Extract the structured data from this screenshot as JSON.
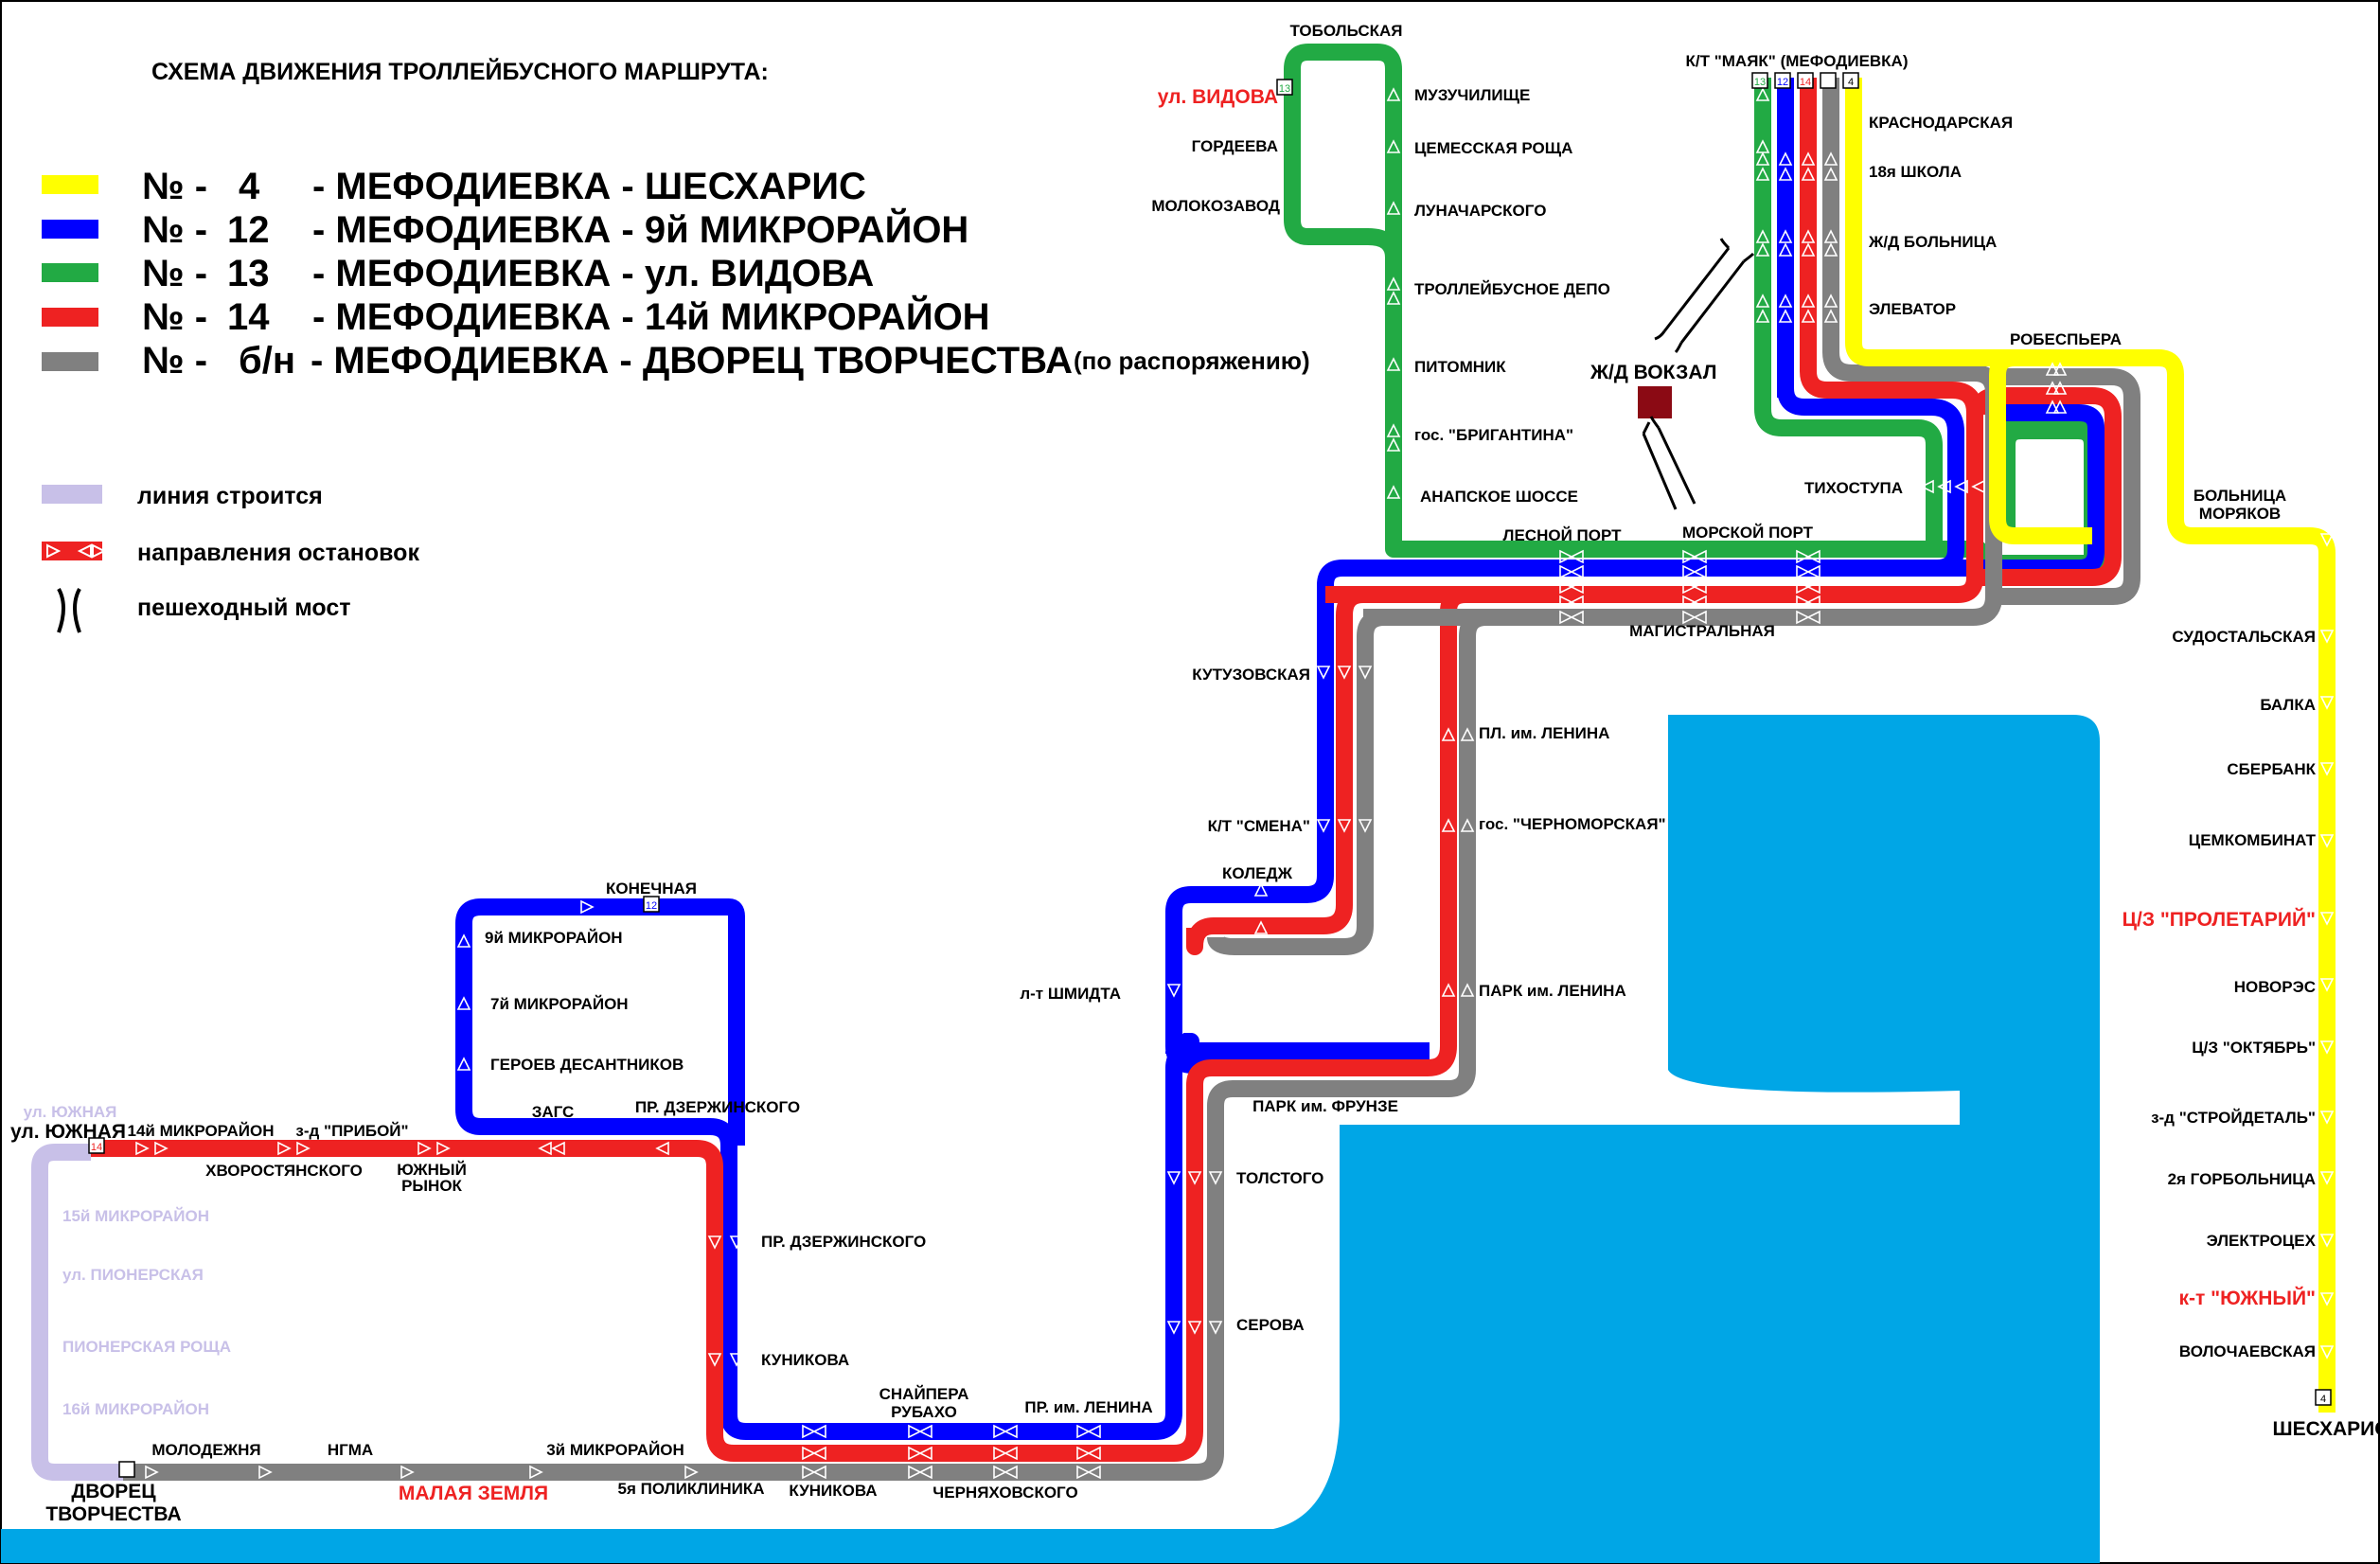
{
  "title": "СХЕМА ДВИЖЕНИЯ ТРОЛЛЕЙБУСНОГО МАРШРУТА:",
  "colors": {
    "route4": "#ffff00",
    "route12": "#0000ff",
    "route13": "#22aa44",
    "route14": "#ee2222",
    "routeBN": "#808080",
    "planned": "#c8c0e8",
    "sea": "#00a6e6",
    "station": "#8b0a14",
    "highlight": "#ee2222"
  },
  "legend": {
    "routes": [
      {
        "badge": "4",
        "prefix": "№ -",
        "num": "4",
        "text": "- МЕФОДИЕВКА - ШЕСХАРИС",
        "extra": ""
      },
      {
        "badge": "12",
        "prefix": "№ -",
        "num": "12",
        "text": "- МЕФОДИЕВКА - 9й МИКРОРАЙОН",
        "extra": ""
      },
      {
        "badge": "13",
        "prefix": "№ -",
        "num": "13",
        "text": "- МЕФОДИЕВКА - ул. ВИДОВА",
        "extra": ""
      },
      {
        "badge": "14",
        "prefix": "№ -",
        "num": "14",
        "text": "- МЕФОДИЕВКА - 14й МИКРОРАЙОН",
        "extra": ""
      },
      {
        "badge": "",
        "prefix": "№ -",
        "num": "б/н",
        "text": "- МЕФОДИЕВКА - ДВОРЕЦ ТВОРЧЕСТВА",
        "extra": "(по распоряжению)"
      }
    ],
    "planned_label": "линия строится",
    "direction_label": "направления остановок",
    "bridge_label": "пешеходный мост"
  },
  "station": {
    "label": "Ж/Д ВОКЗАЛ"
  },
  "stops": [
    {
      "name": "ТОБОЛЬСКАЯ"
    },
    {
      "name": "ул. ВИДОВА",
      "kind": "hl"
    },
    {
      "name": "ГОРДЕЕВА"
    },
    {
      "name": "МОЛОКОЗАВОД"
    },
    {
      "name": "МУЗУЧИЛИЩЕ"
    },
    {
      "name": "ЦЕМЕССКАЯ РОЩА"
    },
    {
      "name": "ЛУНАЧАРСКОГО"
    },
    {
      "name": "ТРОЛЛЕЙБУСНОЕ ДЕПО"
    },
    {
      "name": "ПИТОМНИК"
    },
    {
      "name": "гос. \"БРИГАНТИНА\""
    },
    {
      "name": "АНАПСКОЕ ШОССЕ"
    },
    {
      "name": "К/Т \"МАЯК\" (МЕФОДИЕВКА)"
    },
    {
      "name": "КРАСНОДАРСКАЯ"
    },
    {
      "name": "18я ШКОЛА"
    },
    {
      "name": "Ж/Д БОЛЬНИЦА"
    },
    {
      "name": "ЭЛЕВАТОР"
    },
    {
      "name": "РОБЕСПЬЕРА"
    },
    {
      "name": "ТИХОСТУПА"
    },
    {
      "name": "ЛЕСНОЙ ПОРТ"
    },
    {
      "name": "МОРСКОЙ ПОРТ"
    },
    {
      "name": "МАГИСТРАЛЬНАЯ"
    },
    {
      "name": "БОЛЬНИЦА"
    },
    {
      "name": "МОРЯКОВ"
    },
    {
      "name": "СУДОСТАЛЬСКАЯ"
    },
    {
      "name": "БАЛКА"
    },
    {
      "name": "СБЕРБАНК"
    },
    {
      "name": "ЦЕМКОМБИНАТ"
    },
    {
      "name": "Ц/З \"ПРОЛЕТАРИЙ\"",
      "kind": "hl"
    },
    {
      "name": "НОВОРЭС"
    },
    {
      "name": "Ц/З \"ОКТЯБРЬ\""
    },
    {
      "name": "з-д \"СТРОЙДЕТАЛЬ\""
    },
    {
      "name": "2я ГОРБОЛЬНИЦА"
    },
    {
      "name": "ЭЛЕКТРОЦЕХ"
    },
    {
      "name": "к-т \"ЮЖНЫЙ\"",
      "kind": "hl"
    },
    {
      "name": "ВОЛОЧАЕВСКАЯ"
    },
    {
      "name": "ШЕСХАРИС",
      "kind": "term"
    },
    {
      "name": "КУТУЗОВСКАЯ"
    },
    {
      "name": "ПЛ. им. ЛЕНИНА"
    },
    {
      "name": "К/Т \"СМЕНА\""
    },
    {
      "name": "гос. \"ЧЕРНОМОРСКАЯ\""
    },
    {
      "name": "КОЛЕДЖ"
    },
    {
      "name": "л-т ШМИДТА"
    },
    {
      "name": "ПАРК им. ЛЕНИНА"
    },
    {
      "name": "ПАРК им. ФРУНЗЕ"
    },
    {
      "name": "ТОЛСТОГО"
    },
    {
      "name": "СЕРОВА"
    },
    {
      "name": "КОНЕЧНАЯ"
    },
    {
      "name": "9й МИКРОРАЙОН"
    },
    {
      "name": "7й МИКРОРАЙОН"
    },
    {
      "name": "ГЕРОЕВ ДЕСАНТНИКОВ"
    },
    {
      "name": "ЗАГС"
    },
    {
      "name": "ПР. ДЗЕРЖИНСКОГО"
    },
    {
      "name": "ПР. ДЗЕРЖИНСКОГО"
    },
    {
      "name": "КУНИКОВА"
    },
    {
      "name": "СНАЙПЕРА"
    },
    {
      "name": "РУБАХО"
    },
    {
      "name": "ПР. им. ЛЕНИНА"
    },
    {
      "name": "ЧЕРНЯХОВСКОГО"
    },
    {
      "name": "КУНИКОВА"
    },
    {
      "name": "5я ПОЛИКЛИНИКА"
    },
    {
      "name": "3й МИКРОРАЙОН"
    },
    {
      "name": "МАЛАЯ ЗЕМЛЯ",
      "kind": "hl"
    },
    {
      "name": "НГМА"
    },
    {
      "name": "МОЛОДЕЖНЯ"
    },
    {
      "name": "ДВОРЕЦ",
      "kind": "term"
    },
    {
      "name": "ТВОРЧЕСТВА",
      "kind": "term"
    },
    {
      "name": "ул. ЮЖНАЯ",
      "kind": "planned"
    },
    {
      "name": "ул. ЮЖНАЯ",
      "kind": "term"
    },
    {
      "name": "14й МИКРОРАЙОН"
    },
    {
      "name": "з-д \"ПРИБОЙ\""
    },
    {
      "name": "ХВОРОСТЯНСКОГО"
    },
    {
      "name": "ЮЖНЫЙ"
    },
    {
      "name": "РЫНОК"
    },
    {
      "name": "15й МИКРОРАЙОН",
      "kind": "planned"
    },
    {
      "name": "ул. ПИОНЕРСКАЯ",
      "kind": "planned"
    },
    {
      "name": "ПИОНЕРСКАЯ РОЩА",
      "kind": "planned"
    },
    {
      "name": "16й МИКРОРАЙОН",
      "kind": "planned"
    }
  ],
  "badges": [
    {
      "text": "13"
    },
    {
      "text": "13"
    },
    {
      "text": "12"
    },
    {
      "text": "14"
    },
    {
      "text": ""
    },
    {
      "text": "4"
    },
    {
      "text": "4"
    },
    {
      "text": "12"
    },
    {
      "text": "14"
    },
    {
      "text": ""
    }
  ]
}
